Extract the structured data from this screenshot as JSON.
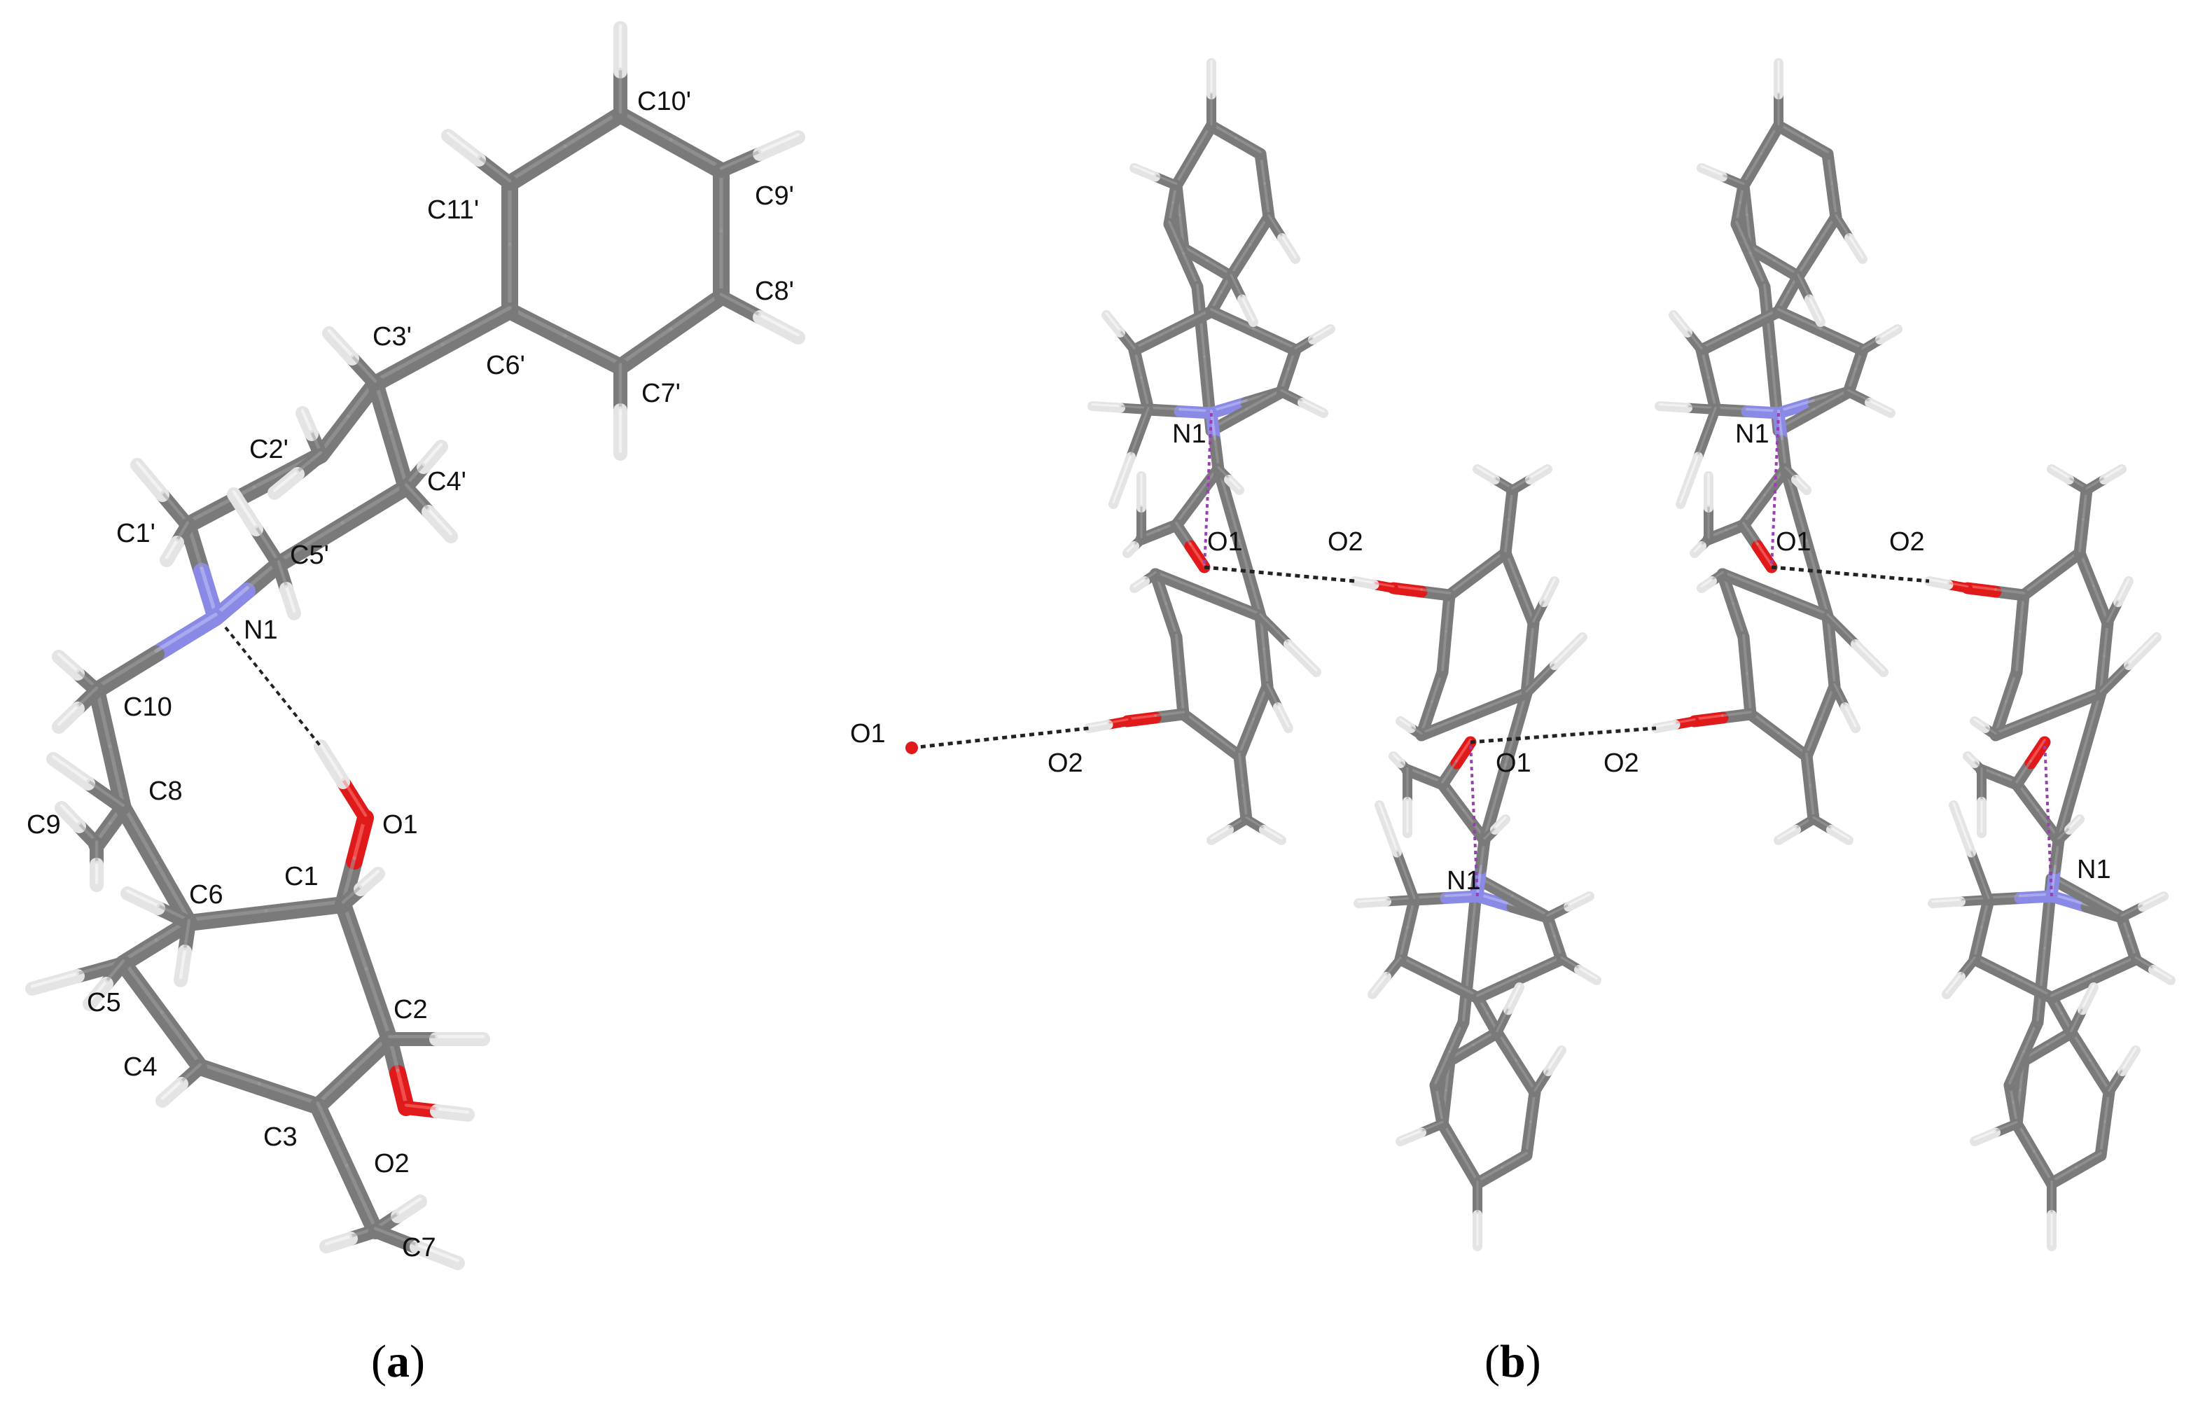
{
  "colors": {
    "carbon": "#7a7a7a",
    "carbon_hi": "#a0a0a0",
    "hydrogen": "#e4e4e4",
    "nitrogen": "#8a8ae6",
    "oxygen": "#e01a1a",
    "hbond": "#222222",
    "hbond_intra": "#9a3fb0"
  },
  "panel_a": {
    "caption": {
      "open": "(",
      "letter": "a",
      "close": ")"
    },
    "atom_labels": {
      "c10p": "C10'",
      "c11p": "C11'",
      "c9p": "C9'",
      "c8p": "C8'",
      "c3p": "C3'",
      "c6p": "C6'",
      "c7p": "C7'",
      "c2p": "C2'",
      "c4p": "C4'",
      "c1p": "C1'",
      "c5p": "C5'",
      "n1": "N1",
      "c10": "C10",
      "c8": "C8",
      "c9": "C9",
      "o1": "O1",
      "c6": "C6",
      "c1": "C1",
      "c5": "C5",
      "c2": "C2",
      "c4": "C4",
      "c3": "C3",
      "o2": "O2",
      "c7": "C7"
    }
  },
  "panel_b": {
    "caption": {
      "open": "(",
      "letter": "b",
      "close": ")"
    },
    "atom_labels": {
      "n1_top_left": "N1",
      "o1_top_left": "O1",
      "o2_top_left": "O2",
      "o1_far_left": "O1",
      "o2_mid_left": "O2",
      "o1_mid": "O1",
      "o2_mid": "O2",
      "n1_bottom_left": "N1",
      "n1_top_right": "N1",
      "o1_top_right": "O1",
      "o2_top_right": "O2",
      "n1_bottom_right": "N1"
    }
  }
}
